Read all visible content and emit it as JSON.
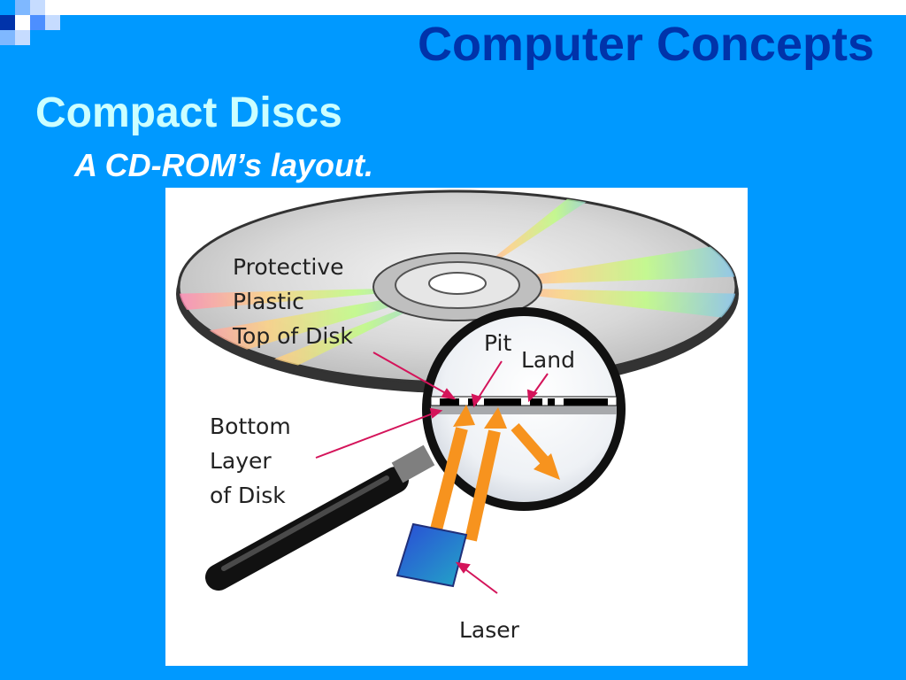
{
  "slide": {
    "header_title": "Computer Concepts",
    "heading": "Compact Discs",
    "subheading": "A CD-ROM’s layout."
  },
  "diagram": {
    "labels": {
      "protective_1": "Protective",
      "protective_2": "Plastic",
      "protective_3": "Top of Disk",
      "pit": "Pit",
      "land": "Land",
      "bottom_1": "Bottom",
      "bottom_2": "Layer",
      "bottom_3": "of Disk",
      "laser": "Laser"
    }
  },
  "colors": {
    "background": "#0099ff",
    "title": "#0033aa",
    "heading": "#ccffff",
    "callout_line": "#d4145a",
    "laser_beam": "#f7931e"
  }
}
